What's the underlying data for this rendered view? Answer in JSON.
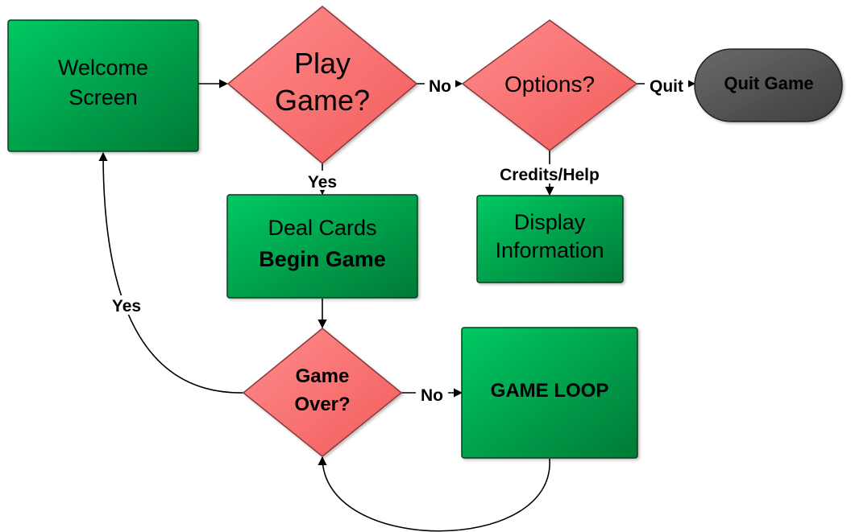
{
  "colors": {
    "process_start": "#00c963",
    "process_end": "#007a36",
    "decision_start": "#ff8a8a",
    "decision_end": "#f25d5d",
    "terminal_start": "#6a6a6a",
    "terminal_end": "#3e3e3e",
    "edge": "#000000"
  },
  "nodes": {
    "welcome": {
      "line1": "Welcome",
      "line2": "Screen"
    },
    "play_game": {
      "line1": "Play",
      "line2": "Game?"
    },
    "options": {
      "label": "Options?"
    },
    "quit_game": {
      "label": "Quit Game"
    },
    "deal_cards": {
      "line1": "Deal Cards",
      "line2": "Begin Game"
    },
    "display_info": {
      "line1": "Display",
      "line2": "Information"
    },
    "game_over": {
      "line1": "Game",
      "line2": "Over?"
    },
    "game_loop": {
      "label": "GAME LOOP"
    }
  },
  "edges": {
    "play_no": "No",
    "options_quit": "Quit",
    "play_yes": "Yes",
    "options_credits": "Credits/Help",
    "gameover_yes": "Yes",
    "gameover_no": "No"
  }
}
